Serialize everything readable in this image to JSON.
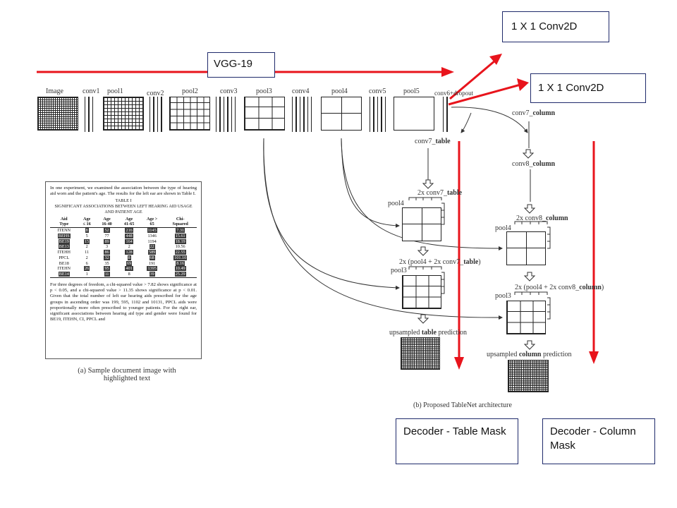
{
  "boxes": {
    "vgg": "VGG-19",
    "conv1x1_top": "1 X 1 Conv2D",
    "conv1x1_right": "1 X 1 Conv2D",
    "decoder_table": "Decoder - Table Mask",
    "decoder_column": "Decoder - Column Mask"
  },
  "encoder_labels": {
    "image": "Image",
    "conv1": "conv1",
    "pool1": "pool1",
    "conv2": "conv2",
    "pool2": "pool2",
    "conv3": "conv3",
    "pool3": "pool3",
    "conv4": "conv4",
    "pool4": "pool4",
    "conv5": "conv5",
    "pool5": "pool5",
    "conv6": "conv6+dropout"
  },
  "table_branch": {
    "conv7": "conv7_table",
    "conv7_2x": "2x conv7_table",
    "pool4": "pool4",
    "sum": "2x (pool4 + 2x conv7_table)",
    "pool3": "pool3",
    "pred": "upsampled table prediction"
  },
  "column_branch": {
    "conv7": "conv7_column",
    "conv8": "conv8_column",
    "conv8_2x": "2x conv8_column",
    "pool4": "pool4",
    "sum": "2x (pool4 + 2x conv8_column)",
    "pool3": "pool3",
    "pred": "upsampled column prediction"
  },
  "document": {
    "intro": "In one experiment, we examined the association between the type of hearing aid worn and the patient's age. The results for the left ear are shown in Table I.",
    "table_no": "TABLE I",
    "table_title": "SIGNIFICANT ASSOCIATIONS BETWEEN LEFT HEARING AID USAGE AND PATIENT AGE",
    "headers_top": [
      "Aid",
      "Age",
      "Age",
      "Age",
      "Age >",
      "Chi-"
    ],
    "headers_bottom": [
      "Type",
      "≤ 16",
      "16-40",
      "41-65",
      "65",
      "Squared"
    ],
    "rows": [
      [
        "ITENN",
        "8",
        "52",
        "216",
        "1145",
        "7.31"
      ],
      [
        "BEHS",
        "5",
        "77",
        "448",
        "1346",
        "15.61"
      ],
      [
        "BE19",
        "15",
        "89",
        "164",
        "1194",
        "18.19"
      ],
      [
        "BE13",
        "2",
        "3",
        "2",
        "22",
        "10.56"
      ],
      [
        "ITEHH",
        "11",
        "86",
        "128",
        "589",
        "22.55"
      ],
      [
        "PPCL",
        "2",
        "32",
        "8",
        "68",
        "101.10"
      ],
      [
        "BE18",
        "6",
        "35",
        "69",
        "191",
        "8.16"
      ],
      [
        "ITEHN",
        "26",
        "95",
        "401",
        "1395",
        "10.49"
      ],
      [
        "BE14",
        "1",
        "11",
        "8",
        "39",
        "25.29"
      ]
    ],
    "para2": "For three degrees of freedom, a chi-squared value > 7.82 shows significance at p < 0.05, and a chi-squared value > 11.35 shows significance at p < 0.01. Given that the total number of left ear hearing aids prescribed for the age groups in ascending order was 199, 595, 1102 and 10131, PPCL aids were proportionally more often prescribed to younger patients. For the right ear, significant associations between hearing aid type and gender were found for BE19, ITEHN, CI, PPCL and"
  },
  "captions": {
    "a_line1": "(a)  Sample document image with",
    "a_line2": "highlighted text",
    "b": "(b) Proposed TableNet architecture"
  },
  "colors": {
    "arrow_red": "#e8141c",
    "box_border": "#1f2a6b"
  }
}
